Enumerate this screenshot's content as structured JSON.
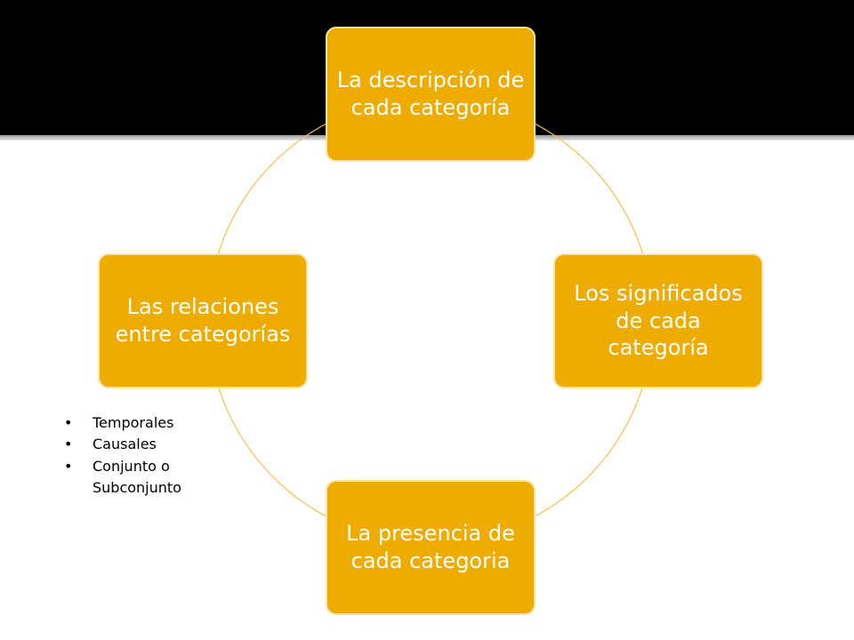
{
  "colors": {
    "box_fill": "#eeab00",
    "box_border": "#f9e3a6",
    "ring": "#f3c14a",
    "header_band": "#000000"
  },
  "cycle": {
    "top": "La descripción de cada categoría",
    "right": "Los significados de cada categoría",
    "bottom": "La presencia de cada categoria",
    "left": "Las relaciones entre categorías"
  },
  "relation_types": [
    "Temporales",
    "Causales",
    "Conjunto o Subconjunto"
  ]
}
